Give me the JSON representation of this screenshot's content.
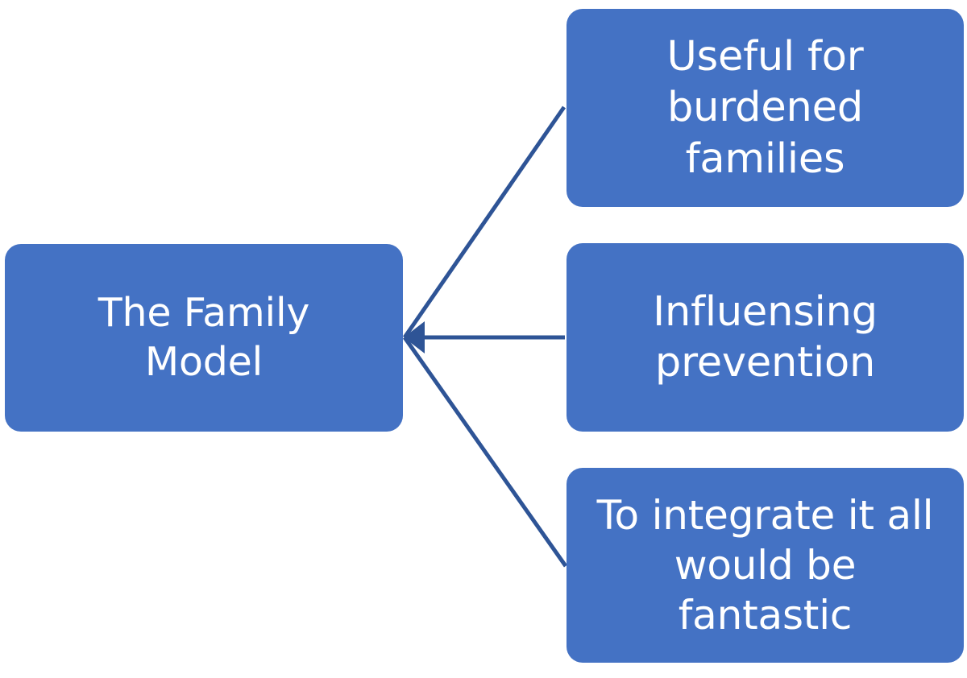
{
  "diagram": {
    "type": "radial-branch",
    "title": "The Family Model",
    "background_color": "#FFFFFF",
    "node_fill_color": "#4472C4",
    "node_text_color": "#FFFFFF",
    "connector_color": "#2E5496",
    "root": {
      "label": "The Family\nModel"
    },
    "branches": [
      {
        "label": "Useful for\nburdened\nfamilies"
      },
      {
        "label": "Influensing\nprevention"
      },
      {
        "label": "To integrate it all\nwould be\nfantastic"
      }
    ]
  }
}
